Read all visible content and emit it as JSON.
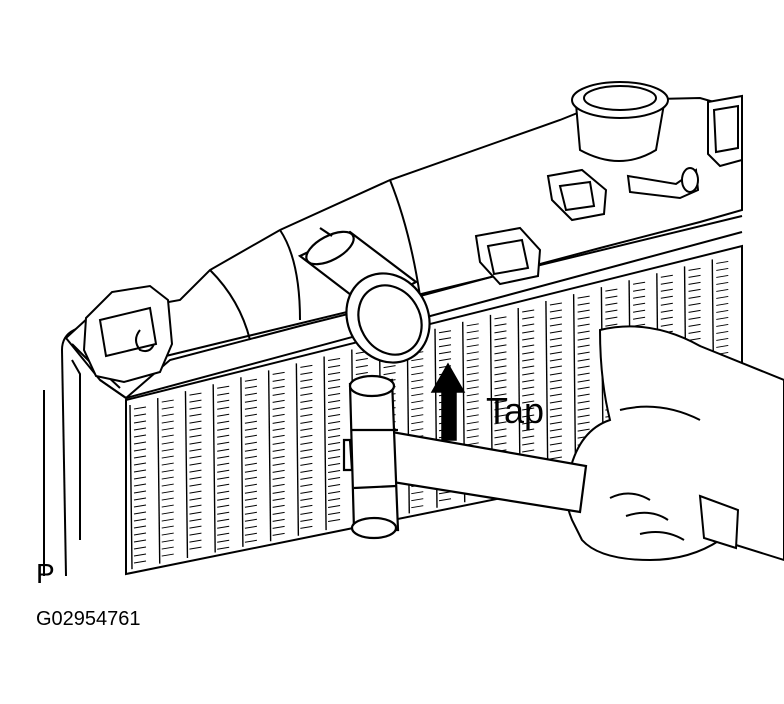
{
  "diagram": {
    "labels": {
      "action": "Tap",
      "corner_mark": "P",
      "figure_code": "G02954761"
    },
    "components": [
      "radiator-core",
      "radiator-upper-tank",
      "filler-neck",
      "upper-hose-inlet",
      "mounting-bracket",
      "plastic-faced-hammer",
      "hand",
      "tap-direction-arrow"
    ],
    "colors": {
      "line": "#000000",
      "background": "#ffffff"
    }
  }
}
